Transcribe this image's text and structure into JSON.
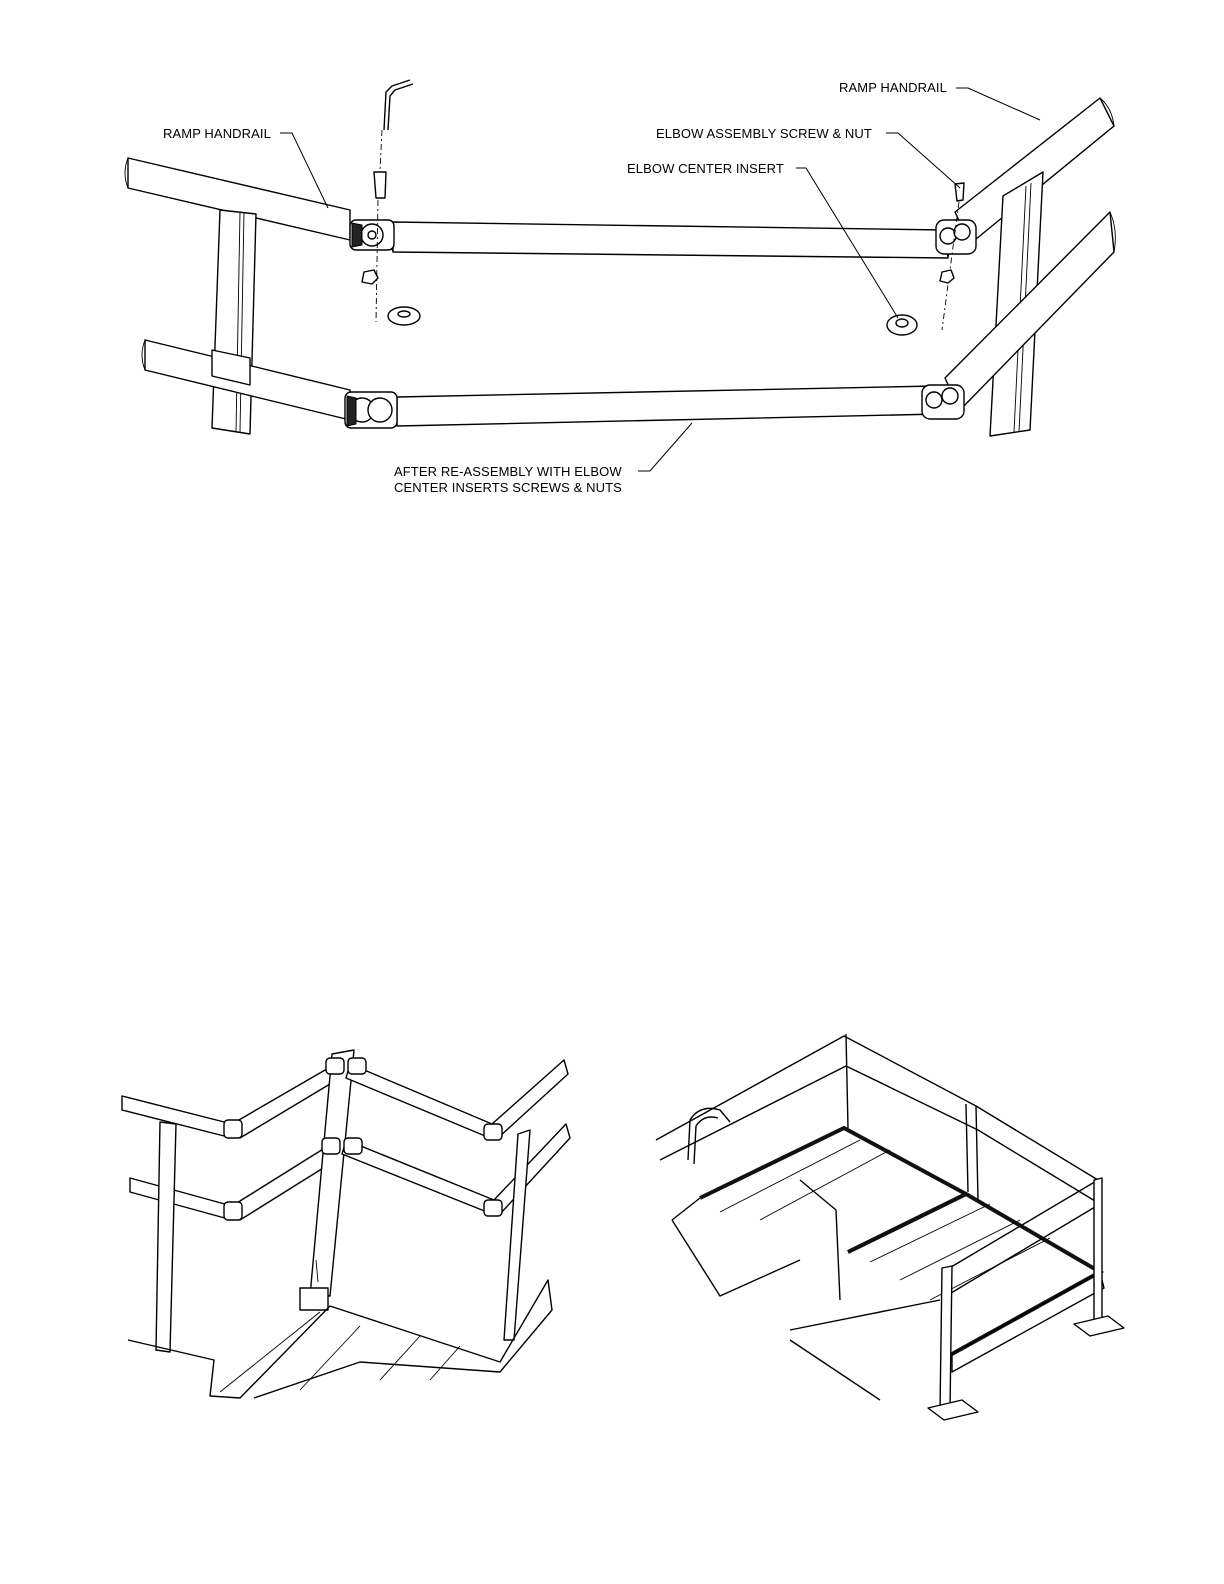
{
  "labels": {
    "ramp_handrail_left": "RAMP HANDRAIL",
    "ramp_handrail_right": "RAMP HANDRAIL",
    "elbow_screw_nut": "ELBOW ASSEMBLY SCREW & NUT",
    "elbow_center_insert": "ELBOW CENTER INSERT",
    "after_reassembly_line1": "AFTER RE-ASSEMBLY WITH ELBOW",
    "after_reassembly_line2": "CENTER INSERTS SCREWS & NUTS"
  }
}
